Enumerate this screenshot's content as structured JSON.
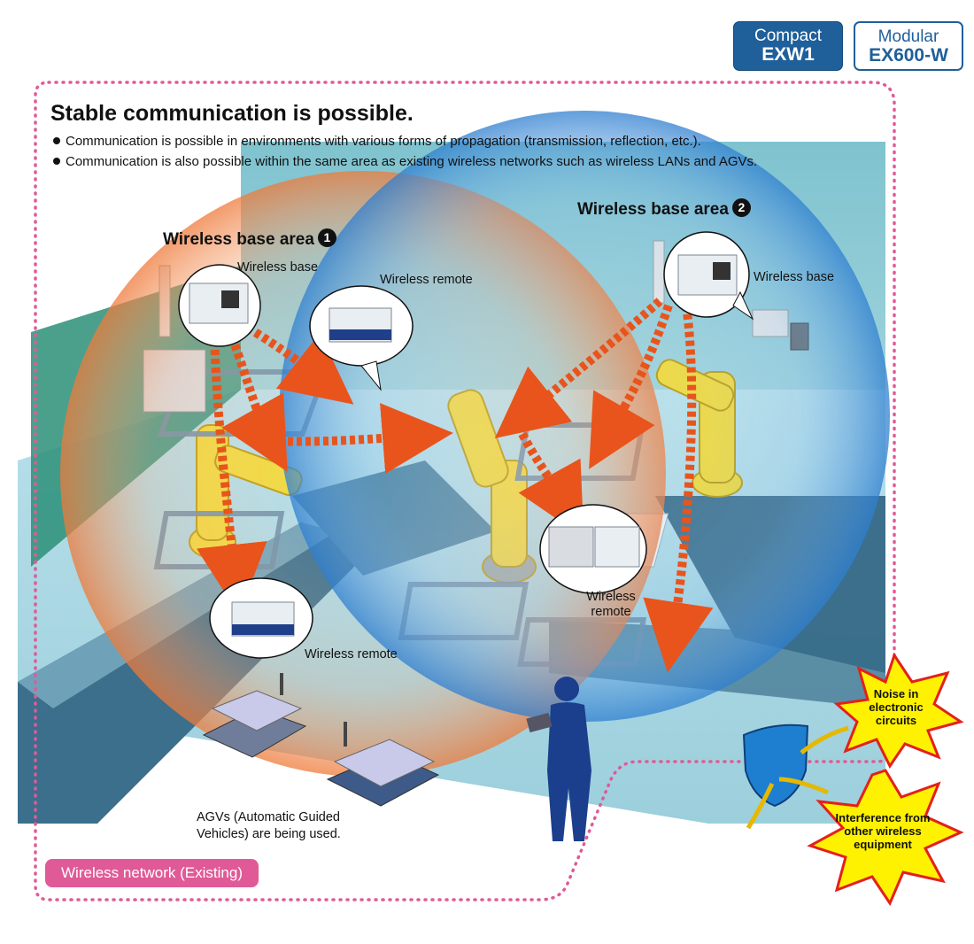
{
  "badges": {
    "compact": {
      "line1": "Compact",
      "line2": "EXW1"
    },
    "modular": {
      "line1": "Modular",
      "line2": "EX600-W"
    }
  },
  "headline": "Stable communication is possible.",
  "bullets": [
    "Communication is possible in environments with various forms of propagation (transmission, reflection, etc.).",
    "Communication is also possible within the same area as existing wireless networks such as wireless LANs and AGVs."
  ],
  "areas": [
    {
      "title": "Wireless base area",
      "number": "1"
    },
    {
      "title": "Wireless base area",
      "number": "2"
    }
  ],
  "labels": {
    "base1": "Wireless base",
    "remote_top": "Wireless remote",
    "base2": "Wireless base",
    "remote_mid": "Wireless remote",
    "remote_low": "Wireless remote",
    "agv": "AGVs (Automatic Guided Vehicles) are being used."
  },
  "existing_network": "Wireless network (Existing)",
  "noise_sources": {
    "noise": "Noise in electronic circuits",
    "interference": "Interference from other wireless equipment"
  },
  "colors": {
    "brand_blue": "#1f5f9a",
    "dotted_border": "#e05a97",
    "signal_arrow": "#e8541c",
    "area1_sphere": "#f08a4b",
    "area2_sphere": "#3e8fd8",
    "floor": "#a9d6e3",
    "star_fill": "#fff200",
    "star_outline": "#e3201b",
    "shield": "#1e7fd0"
  }
}
